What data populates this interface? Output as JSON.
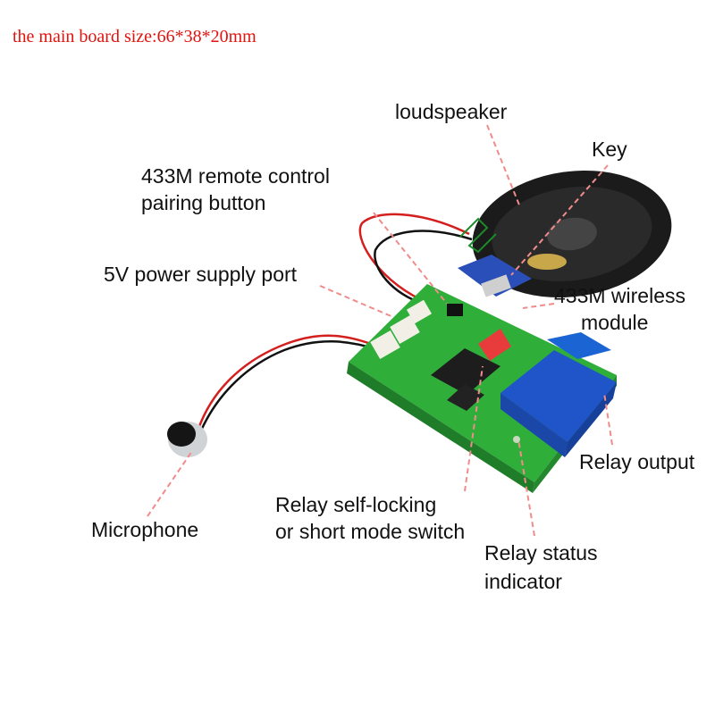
{
  "title": "the main board size:66*38*20mm",
  "labels": {
    "loudspeaker": "loudspeaker",
    "key": "Key",
    "pairing_line1": "433M remote control",
    "pairing_line2": "pairing button",
    "power_port": "5V power supply port",
    "wireless_line1": "433M wireless",
    "wireless_line2": "module",
    "relay_output": "Relay output",
    "mode_switch_line1": "Relay self-locking",
    "mode_switch_line2": "or short mode switch",
    "microphone": "Microphone",
    "status_line1": "Relay status",
    "status_line2": "indicator"
  },
  "colors": {
    "title": "#e0140f",
    "leader": "#f08c8c",
    "pcb": "#2fae3a",
    "speaker": "#1b1b1b",
    "relay": "#1f55c8",
    "terminal": "#1b64d4",
    "switch": "#e83c3c"
  }
}
